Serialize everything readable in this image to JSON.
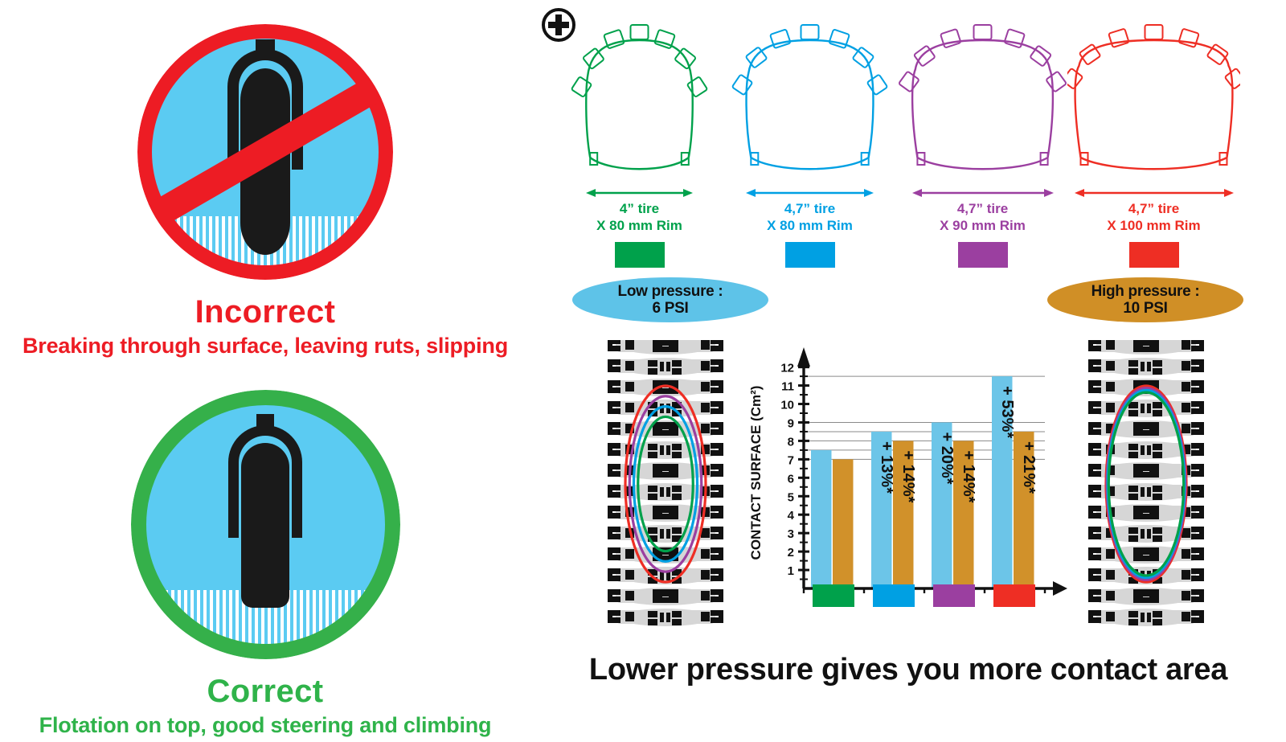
{
  "left": {
    "incorrect": {
      "title": "Incorrect",
      "subtitle": "Breaking through surface, leaving ruts, slipping",
      "color": "#ED1C24",
      "ring_color": "#ED1C24",
      "face_color": "#5BCBF2"
    },
    "correct": {
      "title": "Correct",
      "subtitle": "Flotation on top, good steering and climbing",
      "color": "#2FB34A",
      "ring_color": "#35B04A",
      "face_color": "#5BCBF2"
    }
  },
  "right": {
    "plus_icon": "plus-circle-icon",
    "tires": [
      {
        "label": "4” tire\nX 80 mm Rim",
        "color": "#00A14B",
        "swatch": "#00A14B",
        "width_ratio": 0.62,
        "squareness": 0.1
      },
      {
        "label": "4,7” tire\nX 80 mm Rim",
        "color": "#00A0E3",
        "swatch": "#00A0E3",
        "width_ratio": 0.74,
        "squareness": 0.22
      },
      {
        "label": "4,7” tire\nX 90 mm Rim",
        "color": "#9B3FA0",
        "swatch": "#9B3FA0",
        "width_ratio": 0.82,
        "squareness": 0.4
      },
      {
        "label": "4,7” tire\nX 100 mm Rim",
        "color": "#EE2E24",
        "swatch": "#EE2E24",
        "width_ratio": 0.92,
        "squareness": 0.58
      }
    ],
    "pressure_low": {
      "text": "Low pressure :\n6 PSI",
      "color": "#5EC3E8"
    },
    "pressure_high": {
      "text": "High pressure :\n10 PSI",
      "color": "#D08F26"
    },
    "headline": "Lower pressure gives you more contact area",
    "contact_patch_colors": [
      "#EE2E24",
      "#9B3FA0",
      "#00A0E3",
      "#00A14B"
    ]
  },
  "chart_data": {
    "type": "bar",
    "title": "",
    "ylabel": "CONTACT SURFACE (Cm²)",
    "xlabel": "",
    "ylim": [
      0,
      12
    ],
    "yticks": [
      1,
      2,
      3,
      4,
      5,
      6,
      7,
      8,
      9,
      10,
      11,
      12
    ],
    "grid": true,
    "gridlines": [
      7.0,
      7.5,
      8.0,
      8.5,
      9.0,
      11.5
    ],
    "categories": [
      "4” x 80 mm",
      "4,7” x 80 mm",
      "4,7” x 90 mm",
      "4,7” x 100 mm"
    ],
    "category_colors": [
      "#00A14B",
      "#00A0E3",
      "#9B3FA0",
      "#EE2E24"
    ],
    "series": [
      {
        "name": "Low pressure : 6 PSI",
        "color": "#6CC5E8",
        "values": [
          7.5,
          8.5,
          9.0,
          11.5
        ],
        "labels": [
          "",
          "+ 13%*",
          "+ 20%*",
          "+ 53%*"
        ],
        "label_color": "#111111"
      },
      {
        "name": "High pressure : 10 PSI",
        "color": "#D1912A",
        "values": [
          7.0,
          8.0,
          8.0,
          8.5
        ],
        "labels": [
          "",
          "+ 14%*",
          "+ 14%*",
          "+ 21%*"
        ],
        "label_color": "#111111"
      }
    ]
  }
}
